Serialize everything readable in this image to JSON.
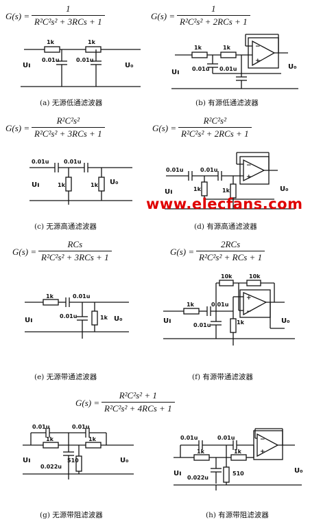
{
  "panels": [
    {
      "formula": {
        "lhs": "G(s) =",
        "num": "1",
        "den": "R²C²s² + 3RCs + 1"
      },
      "caption": "(a) 无源低通滤波器",
      "components": {
        "r1": "1k",
        "r2": "1k",
        "c1": "0.01u",
        "c2": "0.01u"
      },
      "labels": {
        "in": "Uı",
        "out": "U₀"
      }
    },
    {
      "formula": {
        "lhs": "G(s) =",
        "num": "1",
        "den": "R²C²s² + 2RCs + 1"
      },
      "caption": "(b) 有源低通滤波器",
      "components": {
        "r1": "1k",
        "r2": "1k",
        "c1": "0.01u",
        "c2": "0.01u"
      },
      "labels": {
        "in": "Uı",
        "out": "U₀"
      }
    },
    {
      "formula": {
        "lhs": "G(s) =",
        "num": "R²C²s²",
        "den": "R²C²s² + 3RCs + 1"
      },
      "caption": "(c)  无源高通滤波器",
      "components": {
        "c1": "0.01u",
        "c2": "0.01u",
        "r1": "1k",
        "r2": "1k"
      },
      "labels": {
        "in": "Uı",
        "out": "U₀"
      }
    },
    {
      "formula": {
        "lhs": "G(s) =",
        "num": "R²C²s²",
        "den": "R²C²s² + 2RCs + 1"
      },
      "caption": "(d) 有源高通滤波器",
      "components": {
        "c1": "0.01u",
        "c2": "0.01u",
        "r1": "1k",
        "r2": "1k"
      },
      "labels": {
        "in": "Uı",
        "out": "U₀"
      }
    },
    {
      "formula": {
        "lhs": "G(s) =",
        "num": "RCs",
        "den": "R²C²s² + 3RCs + 1"
      },
      "caption": "(e) 无源带通滤波器",
      "components": {
        "r1": "1k",
        "c1": "0.01u",
        "c2": "0.01u",
        "r2": "1k"
      },
      "labels": {
        "in": "Uı",
        "out": "U₀"
      }
    },
    {
      "formula": {
        "lhs": "G(s) =",
        "num": "2RCs",
        "den": "R²C²s² + RCs + 1"
      },
      "caption": "(f) 有源带通滤波器",
      "components": {
        "r1": "1k",
        "c1": "0.01u",
        "c2": "0.01u",
        "r2": "1k",
        "rf1": "10k",
        "rf2": "10k"
      },
      "labels": {
        "in": "Uı",
        "out": "U₀"
      }
    },
    {
      "formula": {
        "lhs": "G(s) =",
        "num": "R²C²s² + 1",
        "den": "R²C²s² + 4RCs + 1"
      },
      "caption": "(g) 无源带阻滤波器",
      "components": {
        "c1": "0.01u",
        "c2": "0.01u",
        "r1": "1k",
        "r2": "1k",
        "r3": "510",
        "c3": "0.022u"
      },
      "labels": {
        "in": "Uı",
        "out": "U₀"
      }
    },
    {
      "formula": {
        "lhs": "",
        "num": "",
        "den": ""
      },
      "caption": "(h) 有源带阻滤波器",
      "components": {
        "c1": "0.01u",
        "c2": "0.01u",
        "r1": "1k",
        "r2": "1k",
        "r3": "510",
        "c3": "0.022u"
      },
      "labels": {
        "in": "Uı",
        "out": "U₀"
      }
    }
  ],
  "watermark": "www.elecfans.com"
}
